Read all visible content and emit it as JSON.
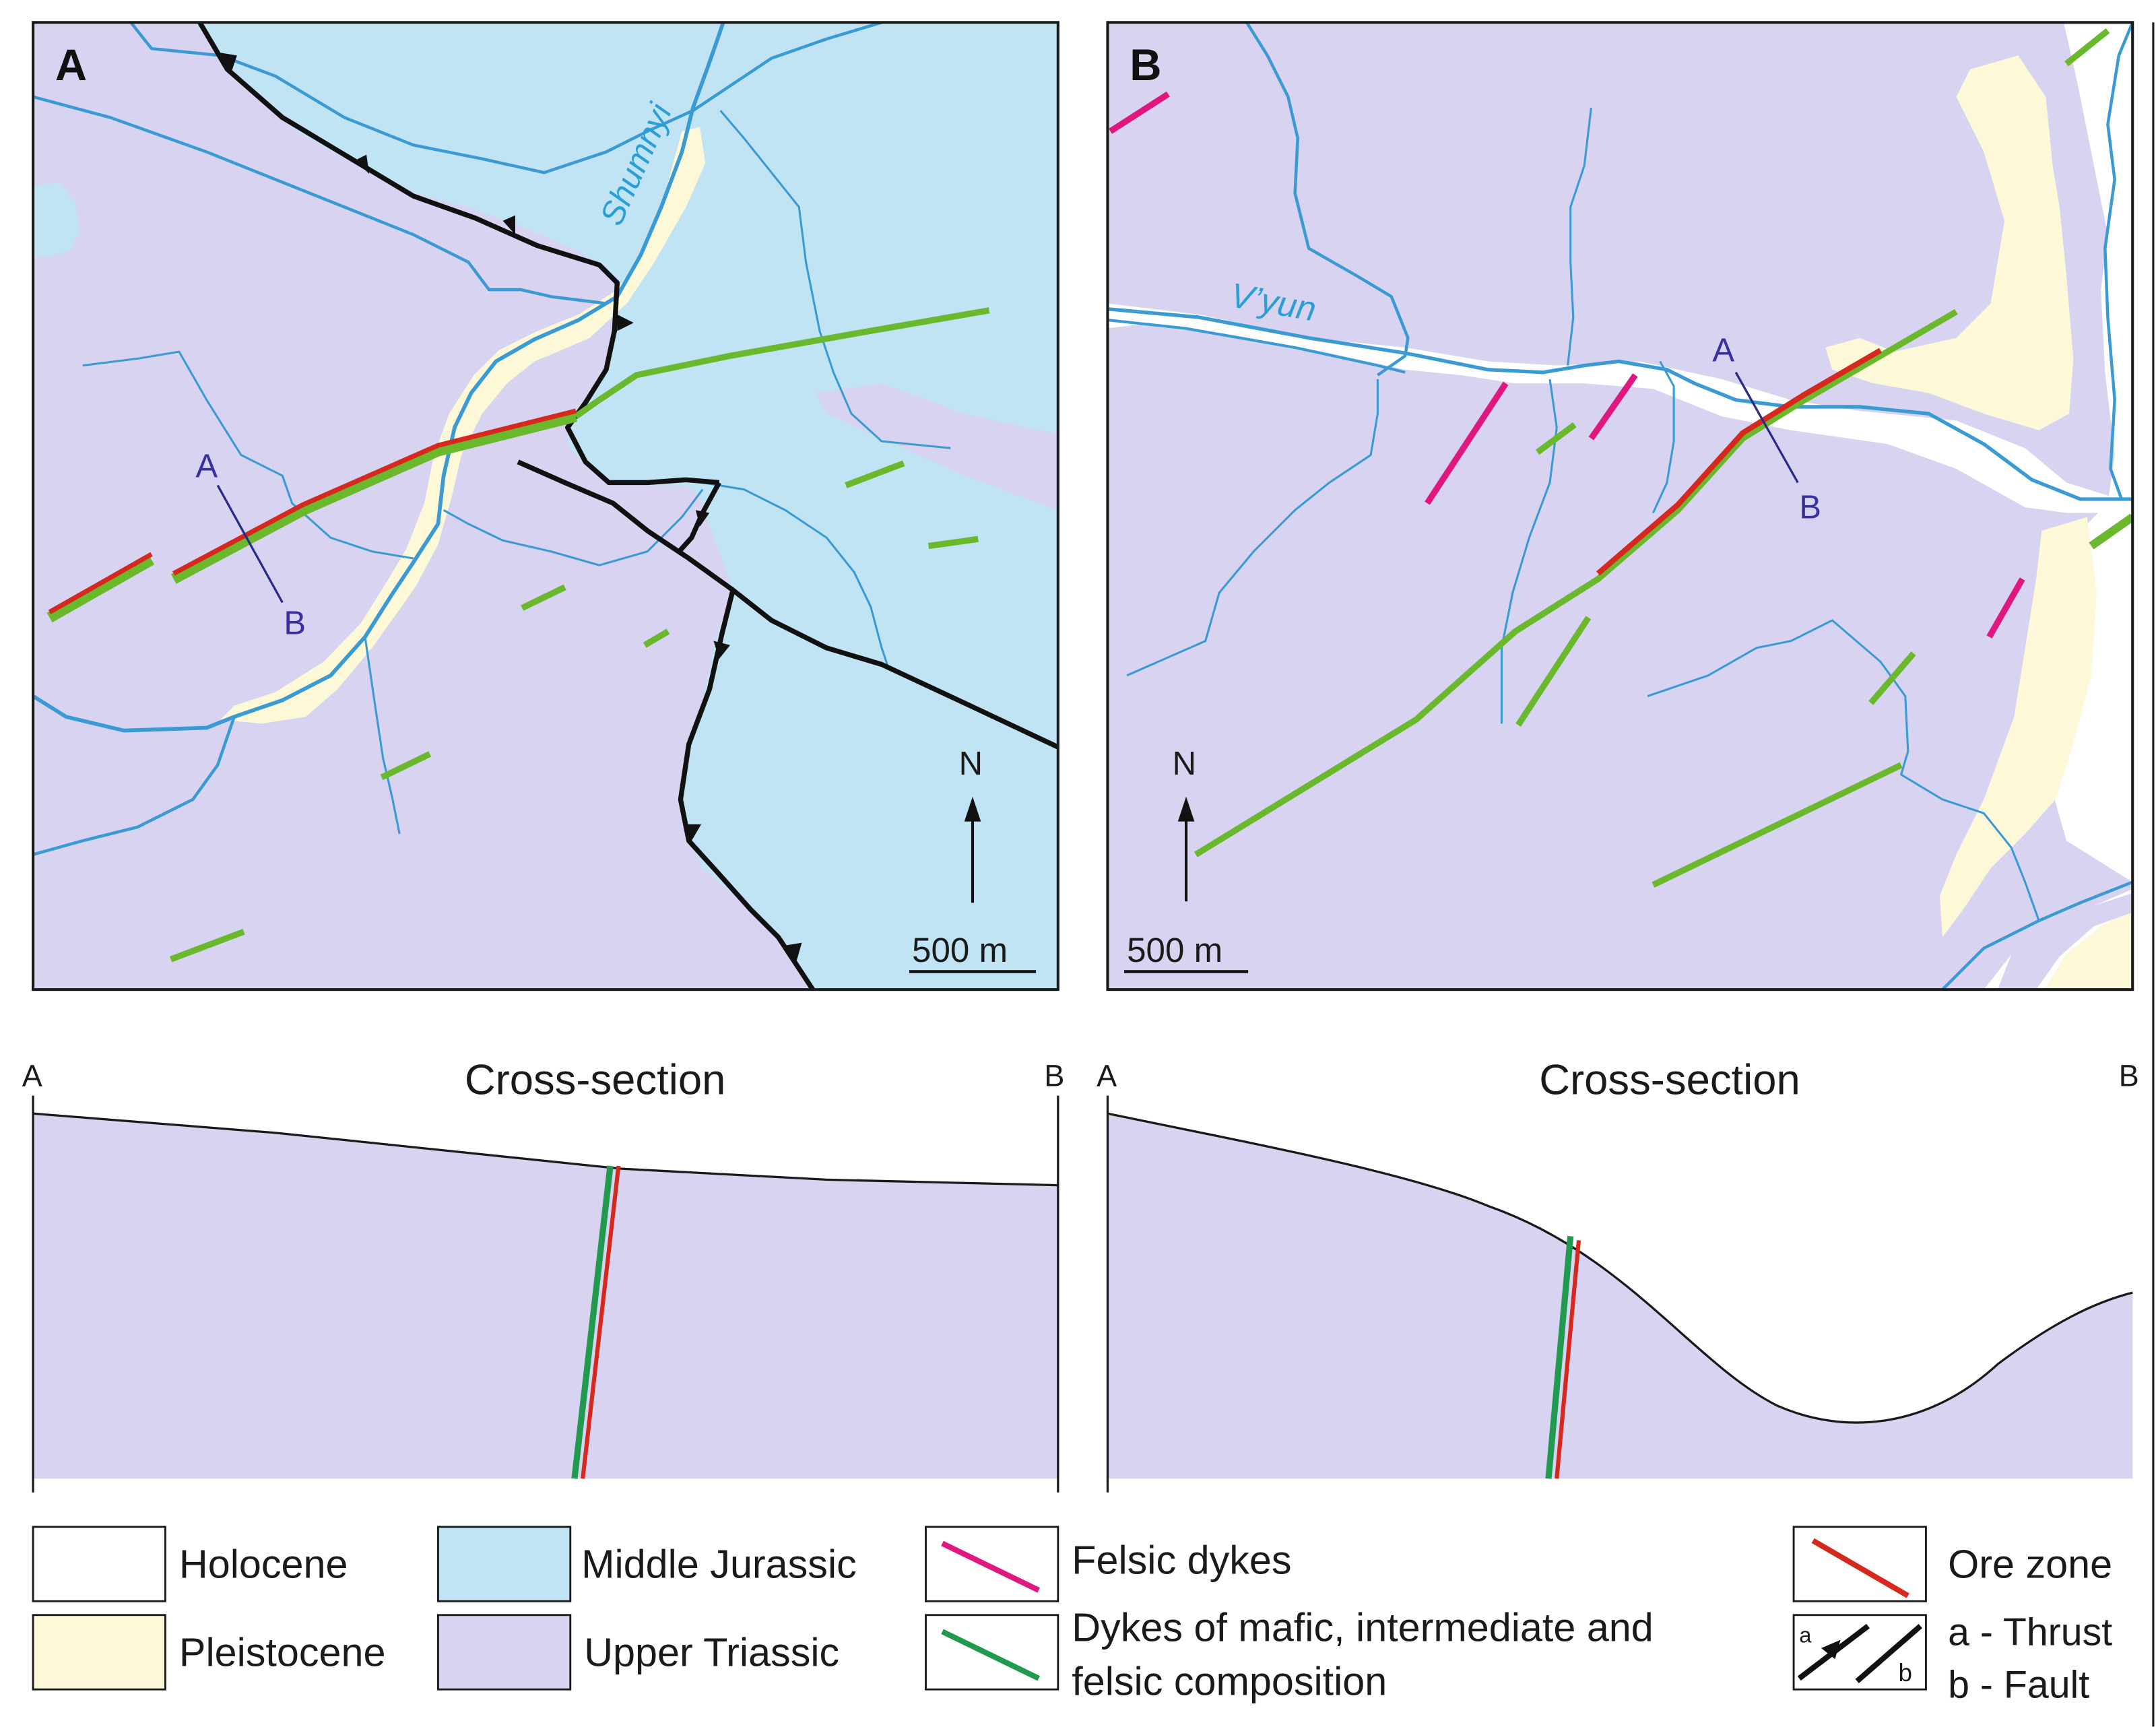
{
  "colors": {
    "holocene": "#ffffff",
    "pleistocene": "#fdf8d8",
    "middle_jurassic": "#c1e4f4",
    "upper_triassic": "#d7d3f1",
    "river": "#3a9ad3",
    "felsic_dyke": "#e0177f",
    "mafic_dyke": "#6ab82c",
    "ore_zone": "#d7281e",
    "section_dyke": "#1f9a4e",
    "fault": "#111111",
    "section_line": "#2a2a8a"
  },
  "map_a": {
    "panel_label": "A",
    "river_label": "Shumnyi",
    "section_start": "A",
    "section_end": "B",
    "north_label": "N",
    "scale_label": "500 m"
  },
  "map_b": {
    "panel_label": "B",
    "river_label": "V’yun",
    "section_start": "A",
    "section_end": "B",
    "north_label": "N",
    "scale_label": "500 m"
  },
  "section_a": {
    "title": "Cross-section",
    "left_label": "A",
    "right_label": "B"
  },
  "section_b": {
    "title": "Cross-section",
    "left_label": "A",
    "right_label": "B"
  },
  "legend": {
    "holocene": "Holocene",
    "pleistocene": "Pleistocene",
    "middle_jurassic": "Middle Jurassic",
    "upper_triassic": "Upper Triassic",
    "felsic_dykes": "Felsic dykes",
    "mafic_dykes_line1": "Dykes of mafic, intermediate and",
    "mafic_dykes_line2": "felsic composition",
    "ore_zone": "Ore zone",
    "thrust": "a - Thrust",
    "fault": "b - Fault",
    "thrust_key": "a",
    "fault_key": "b"
  }
}
